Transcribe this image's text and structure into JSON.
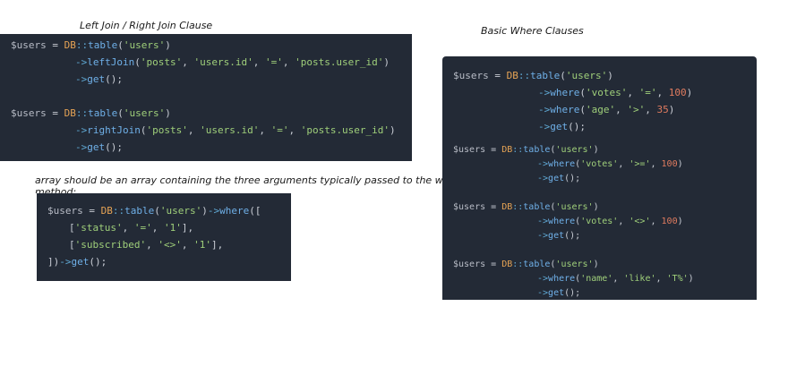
{
  "captions": {
    "join": "Left Join / Right Join Clause",
    "where": "Basic Where Clauses",
    "array_note_1": "array should be an array containing the three arguments typically passed to the where",
    "array_note_2": "method:"
  },
  "join_snippets": {
    "left": {
      "var": "$users",
      "eq": " = ",
      "cls": "DB",
      "sep": "::",
      "fn_table": "table",
      "table_open": "(",
      "table_arg": "'users'",
      "table_close": ")",
      "arrow1": "->",
      "fn_join": "leftJoin",
      "join_open": "(",
      "a1": "'posts'",
      "c1": ", ",
      "a2": "'users.id'",
      "c2": ", ",
      "a3": "'='",
      "c3": ", ",
      "a4": "'posts.user_id'",
      "join_close": ")",
      "arrow2": "->",
      "fn_get": "get",
      "get_end": "();"
    },
    "right": {
      "var": "$users",
      "eq": " = ",
      "cls": "DB",
      "sep": "::",
      "fn_table": "table",
      "table_open": "(",
      "table_arg": "'users'",
      "table_close": ")",
      "arrow1": "->",
      "fn_join": "rightJoin",
      "join_open": "(",
      "a1": "'posts'",
      "c1": ", ",
      "a2": "'users.id'",
      "c2": ", ",
      "a3": "'='",
      "c3": ", ",
      "a4": "'posts.user_id'",
      "join_close": ")",
      "arrow2": "->",
      "fn_get": "get",
      "get_end": "();"
    }
  },
  "array_snippet": {
    "var": "$users",
    "eq": " = ",
    "cls": "DB",
    "sep": "::",
    "fn_table": "table",
    "table_open": "(",
    "table_arg": "'users'",
    "table_close": ")",
    "arrow": "->",
    "fn_where": "where",
    "where_open": "([",
    "row1_open": "[",
    "row1_a": "'status'",
    "row1_c1": ", ",
    "row1_b": "'='",
    "row1_c2": ", ",
    "row1_d": "'1'",
    "row1_close": "],",
    "row2_open": "[",
    "row2_a": "'subscribed'",
    "row2_c1": ", ",
    "row2_b": "'<>'",
    "row2_c2": ", ",
    "row2_d": "'1'",
    "row2_close": "],",
    "end_open": "])",
    "end_arrow": "->",
    "fn_get": "get",
    "get_end": "();"
  },
  "where_main": {
    "var": "$users",
    "eq": " = ",
    "cls": "DB",
    "sep": "::",
    "fn_table": "table",
    "table_open": "(",
    "table_arg": "'users'",
    "table_close": ")",
    "l2_arrow": "->",
    "l2_fn": "where",
    "l2_open": "(",
    "l2_a": "'votes'",
    "l2_c1": ", ",
    "l2_b": "'='",
    "l2_c2": ", ",
    "l2_n": "100",
    "l2_close": ")",
    "l3_arrow": "->",
    "l3_fn": "where",
    "l3_open": "(",
    "l3_a": "'age'",
    "l3_c1": ", ",
    "l3_b": "'>'",
    "l3_c2": ", ",
    "l3_n": "35",
    "l3_close": ")",
    "l4_arrow": "->",
    "l4_fn": "get",
    "l4_end": "();"
  },
  "where_more": [
    {
      "var": "$users",
      "eq": " = ",
      "cls": "DB",
      "sep": "::",
      "fn_table": "table",
      "table_open": "(",
      "table_arg": "'users'",
      "table_close": ")",
      "arrow": "->",
      "fn_where": "where",
      "w_open": "(",
      "w_a": "'votes'",
      "w_c1": ", ",
      "w_b": "'>='",
      "w_c2": ", ",
      "w_v": "100",
      "w_close": ")",
      "get_arrow": "->",
      "fn_get": "get",
      "get_end": "();"
    },
    {
      "var": "$users",
      "eq": " = ",
      "cls": "DB",
      "sep": "::",
      "fn_table": "table",
      "table_open": "(",
      "table_arg": "'users'",
      "table_close": ")",
      "arrow": "->",
      "fn_where": "where",
      "w_open": "(",
      "w_a": "'votes'",
      "w_c1": ", ",
      "w_b": "'<>'",
      "w_c2": ", ",
      "w_v": "100",
      "w_close": ")",
      "get_arrow": "->",
      "fn_get": "get",
      "get_end": "();"
    },
    {
      "var": "$users",
      "eq": " = ",
      "cls": "DB",
      "sep": "::",
      "fn_table": "table",
      "table_open": "(",
      "table_arg": "'users'",
      "table_close": ")",
      "arrow": "->",
      "fn_where": "where",
      "w_open": "(",
      "w_a": "'name'",
      "w_c1": ", ",
      "w_b": "'like'",
      "w_c2": ", ",
      "w_v": "'T%'",
      "w_close": ")",
      "get_arrow": "->",
      "fn_get": "get",
      "get_end": "();"
    }
  ]
}
